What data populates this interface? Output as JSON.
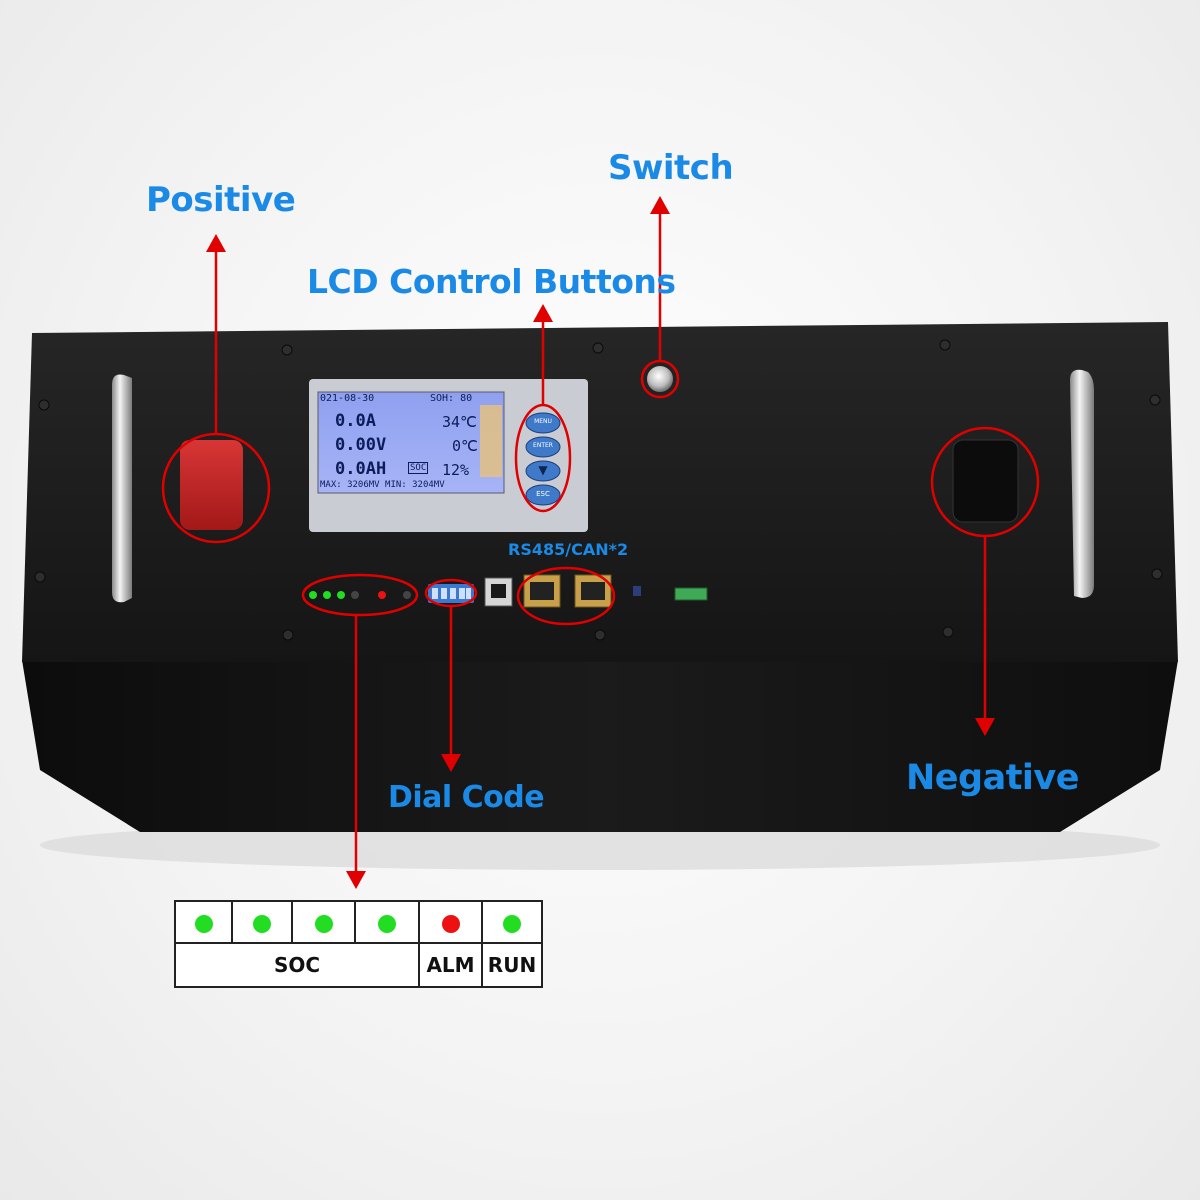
{
  "labels": {
    "positive": "Positive",
    "switch": "Switch",
    "lcd_buttons": "LCD Control Buttons",
    "rs485": "RS485/CAN*2",
    "dial_code": "Dial Code",
    "negative": "Negative"
  },
  "lcd": {
    "header_date": "021-08-30",
    "header_soh": "SOH: 80",
    "current": "0.0A",
    "temp1": "34℃",
    "voltage": "0.00V",
    "temp2": "0℃",
    "capacity": "0.0AH",
    "soc_tag": "SOC",
    "soc_value": "12%",
    "footer": "MAX: 3206MV  MIN: 3204MV"
  },
  "buttons": [
    "MENU",
    "ENTER",
    "▼",
    "ESC"
  ],
  "legend": {
    "soc_label": "SOC",
    "alm_label": "ALM",
    "run_label": "RUN",
    "dot_colors": [
      "#22dd22",
      "#22dd22",
      "#22dd22",
      "#22dd22",
      "#ee1111",
      "#22dd22"
    ]
  },
  "colors": {
    "annotation": "#e00000",
    "label_blue": "#1a8ae6",
    "case": "#141414"
  }
}
